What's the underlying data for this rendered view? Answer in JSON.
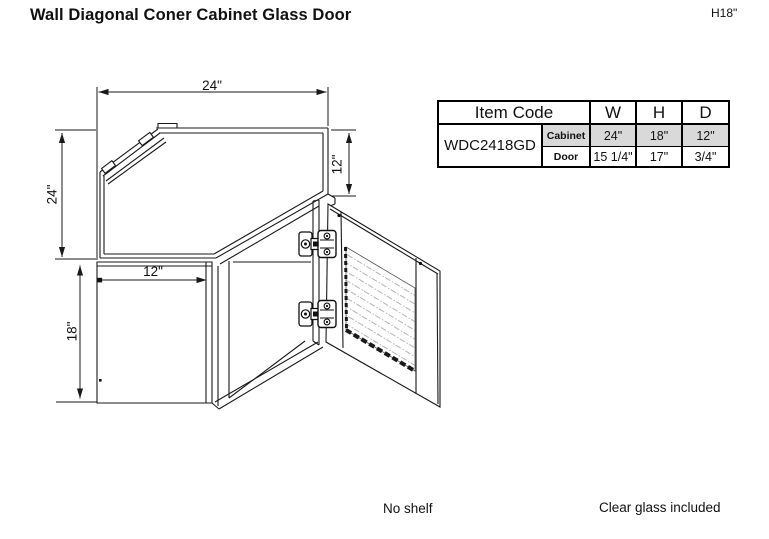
{
  "page": {
    "title": "Wall Diagonal Coner Cabinet Glass Door",
    "height_note": "H18\"",
    "line_color": "#1a1a1a",
    "shade_color": "#d9d9d9"
  },
  "drawing": {
    "description": "isometric line drawing of wall diagonal corner cabinet with open glass door",
    "dimensions": {
      "top_width": "24\"",
      "left_height": "24\"",
      "right_depth": "12\"",
      "front_width": "12\"",
      "front_height": "18\""
    }
  },
  "table": {
    "header": {
      "item_code": "Item Code",
      "w": "W",
      "h": "H",
      "d": "D"
    },
    "item_code": "WDC2418GD",
    "rows": [
      {
        "label": "Cabinet",
        "w": "24\"",
        "h": "18\"",
        "d": "12\""
      },
      {
        "label": "Door",
        "w": "15 1/4\"",
        "h": "17\"",
        "d": "3/4\""
      }
    ]
  },
  "footnotes": {
    "shelf": "No shelf",
    "glass": "Clear glass included"
  }
}
